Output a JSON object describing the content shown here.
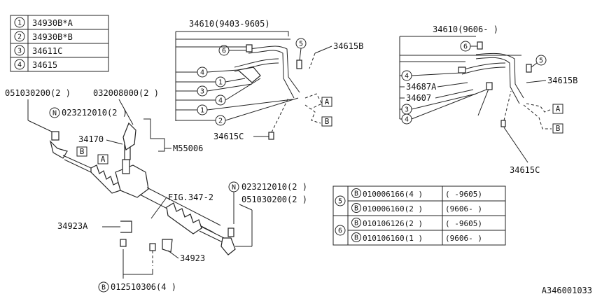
{
  "legend": [
    {
      "num": "1",
      "code": "34930B*A"
    },
    {
      "num": "2",
      "code": "34930B*B"
    },
    {
      "num": "3",
      "code": "34611C"
    },
    {
      "num": "4",
      "code": "34615"
    }
  ],
  "labels": {
    "p34610_left": "34610(9403-9605)",
    "p34610_right": "34610(9606-     )",
    "p34615B_left": "34615B",
    "p34615B_right": "34615B",
    "p34615C_left": "34615C",
    "p34615C_right": "34615C",
    "p34687A": "34687A",
    "p34607": "34607",
    "p051_left": "051030200(2 )",
    "p032": "032008000(2 )",
    "p023_left": "023212010(2 )",
    "p34170": "34170",
    "pM55006": "M55006",
    "pFIG": "FIG.347-2",
    "p023_right": "023212010(2 )",
    "p051_right": "051030200(2 )",
    "p34923A": "34923A",
    "p34923": "34923",
    "pB012": "012510306(4 )",
    "footer_code": "A346001033"
  },
  "callouts": {
    "c6": "6",
    "c5": "5",
    "c4": "4",
    "c3": "3",
    "c1": "1",
    "c2": "2",
    "N": "N",
    "B": "B",
    "A": "A"
  },
  "bolt_table": {
    "groups": [
      {
        "group": "5",
        "rows": [
          {
            "prefix": "B",
            "part": "010006166(4 )",
            "range": "(    -9605)"
          },
          {
            "prefix": "B",
            "part": "010006160(2 )",
            "range": "(9606-    )"
          }
        ]
      },
      {
        "group": "6",
        "rows": [
          {
            "prefix": "B",
            "part": "010106126(2 )",
            "range": "(    -9605)"
          },
          {
            "prefix": "B",
            "part": "010106160(1 )",
            "range": "(9606-    )"
          }
        ]
      }
    ]
  }
}
